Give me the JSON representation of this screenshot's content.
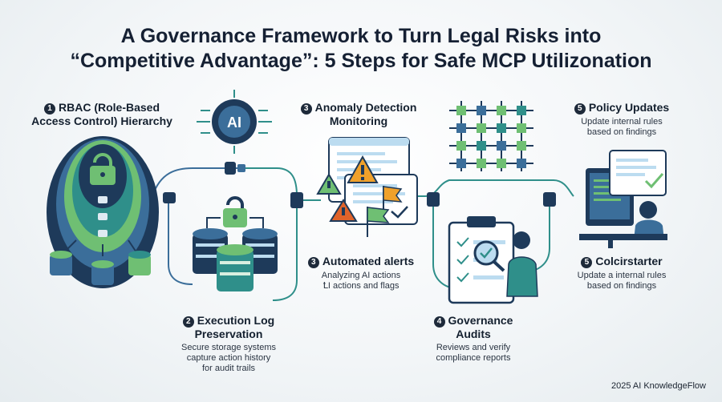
{
  "title": {
    "line1": "A Governance Framework to Turn Legal Risks into",
    "line2": "“Competitive Advantage”: 5 Steps for Safe MCP Utilizonation"
  },
  "steps": {
    "rbac": {
      "num": "1",
      "title_l1": "RBAC (Role-Based",
      "title_l2": "Access Control) Hierarchy"
    },
    "log": {
      "num": "2",
      "title_l1": "Execution Log",
      "title_l2": "Preservation",
      "desc_l1": "Secure storage systems",
      "desc_l2": "capture action history",
      "desc_l3": "for audit trails"
    },
    "anomaly": {
      "num": "3",
      "title_l1": "Anomaly Detection",
      "title_l2": "Monitoring"
    },
    "alerts": {
      "num": "3",
      "title": "Automated alerts",
      "desc_l1": "Analyzing AI actions",
      "desc_l2": "ꝈI actions and flags"
    },
    "audits": {
      "num": "4",
      "title_l1": "Governance",
      "title_l2": "Audits",
      "desc_l1": "Reviews and verify",
      "desc_l2": "compliance reports"
    },
    "policy": {
      "num": "5",
      "title": "Policy Updates",
      "desc_l1": "Update internal rules",
      "desc_l2": "based on findings"
    },
    "colc": {
      "num": "5",
      "title": "Colcirstarter",
      "desc_l1": "Update a internal rules",
      "desc_l2": "based on findings"
    }
  },
  "ai_chip_label": "AI",
  "footer": "2025 AI KnowledgeFlow",
  "colors": {
    "navy": "#1e3a5a",
    "teal": "#2f8f8a",
    "green": "#6fbf73",
    "lightblue": "#bcdcf0",
    "warn": "#f0a12a",
    "warn_red": "#e0632a"
  },
  "icons": [
    "lock-icon",
    "database-icon",
    "ai-chip-icon",
    "connector-icon",
    "warning-icon",
    "flag-icon",
    "grid-network-icon",
    "clipboard-icon",
    "magnifier-icon",
    "person-icon",
    "monitor-icon",
    "checkmark-icon"
  ]
}
